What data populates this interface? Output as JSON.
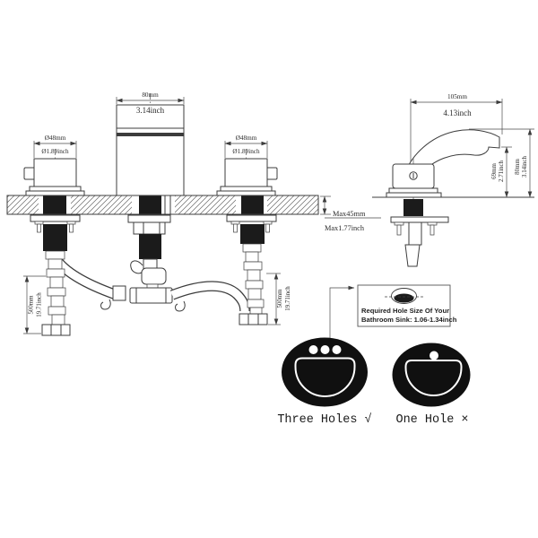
{
  "diagram": {
    "front_view": {
      "spout_width_mm": "80mm",
      "spout_width_inch": "3.14inch",
      "left_handle": {
        "dia_mm": "Ø48mm",
        "dia_inch": "Ø1.89inch"
      },
      "right_handle": {
        "dia_mm": "Ø48mm",
        "dia_inch": "Ø1.89inch"
      },
      "deck_thickness_mm": "Max45mm",
      "deck_thickness_inch": "Max1.77inch",
      "left_hose_mm": "500mm",
      "left_hose_inch": "19.71inch",
      "right_hose_mm": "500mm",
      "right_hose_inch": "19.71inch"
    },
    "side_view": {
      "reach_mm": "105mm",
      "reach_inch": "4.13inch",
      "spout_height_mm": "69mm",
      "spout_height_inch": "2.71inch",
      "total_height_mm": "80mm",
      "total_height_inch": "3.14inch"
    },
    "callout": {
      "line1": "Required Hole Size Of Your",
      "line2": "Bathroom Sink: 1.06-1.34inch"
    },
    "options": {
      "three_holes": "Three Holes √",
      "one_hole": "One Hole ×"
    }
  },
  "colors": {
    "line": "#3c3c3c",
    "dark_fill": "#1b1b1b",
    "sink_fill": "#101010",
    "background": "#ffffff"
  }
}
